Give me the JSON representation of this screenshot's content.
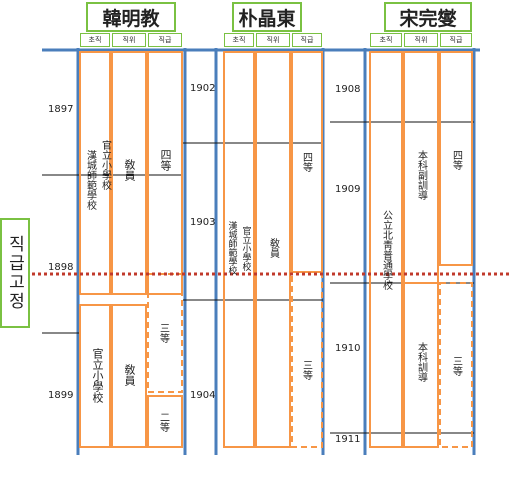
{
  "axis_label": "직급고정",
  "persons": [
    {
      "name": "韓明教",
      "headers": [
        "초직",
        "직위",
        "직급"
      ],
      "years": [
        "1897",
        "1898",
        "1899"
      ],
      "entries": [
        {
          "col": "초직",
          "text": "漢城師範學校"
        },
        {
          "col": "초직",
          "text": "官立小學校"
        },
        {
          "col": "직위",
          "text": "敎員"
        },
        {
          "col": "직급",
          "text": "四等"
        },
        {
          "col": "초직",
          "text": "官立小學校"
        },
        {
          "col": "직위",
          "text": "敎員"
        },
        {
          "col": "직급",
          "text": "三等"
        },
        {
          "col": "직급",
          "text": "二等"
        }
      ]
    },
    {
      "name": "朴晶東",
      "headers": [
        "초직",
        "직위",
        "직급"
      ],
      "years": [
        "1902",
        "1903",
        "1904"
      ],
      "entries": [
        {
          "col": "초직",
          "text": "漢城師範學校"
        },
        {
          "col": "초직",
          "text": "官立小學校"
        },
        {
          "col": "직위",
          "text": "敎員"
        },
        {
          "col": "직급",
          "text": "四等"
        },
        {
          "col": "직급",
          "text": "三等"
        }
      ]
    },
    {
      "name": "宋完燮",
      "headers": [
        "초직",
        "직위",
        "직급"
      ],
      "years": [
        "1908",
        "1909",
        "1910",
        "1911"
      ],
      "entries": [
        {
          "col": "초직",
          "text": "公立北靑普通學校"
        },
        {
          "col": "직위",
          "text": "本科副訓導"
        },
        {
          "col": "직급",
          "text": "四等"
        },
        {
          "col": "직위",
          "text": "本科訓導"
        },
        {
          "col": "직급",
          "text": "三等"
        }
      ]
    }
  ],
  "colors": {
    "axis": "#4a7ebb",
    "box": "#f79646",
    "label_border": "#7ac142",
    "fixed_line": "#c0392b"
  }
}
